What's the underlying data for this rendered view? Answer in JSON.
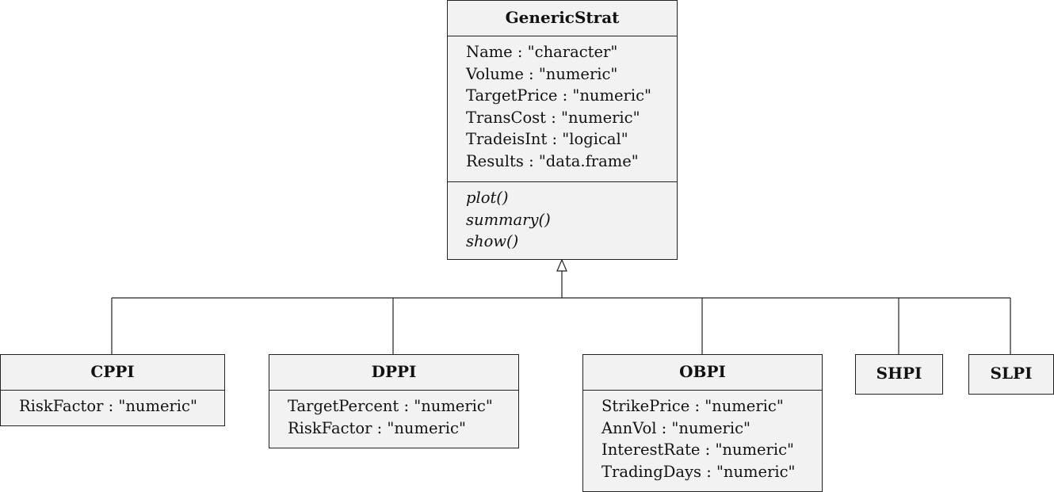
{
  "classes": {
    "generic": {
      "name": "GenericStrat",
      "attributes": [
        "Name : \"character\"",
        "Volume : \"numeric\"",
        "TargetPrice : \"numeric\"",
        "TransCost : \"numeric\"",
        "TradeisInt : \"logical\"",
        "Results : \"data.frame\""
      ],
      "methods": [
        "plot()",
        "summary()",
        "show()"
      ]
    },
    "cppi": {
      "name": "CPPI",
      "attributes": [
        "RiskFactor : \"numeric\""
      ]
    },
    "dppi": {
      "name": "DPPI",
      "attributes": [
        "TargetPercent : \"numeric\"",
        "RiskFactor : \"numeric\""
      ]
    },
    "obpi": {
      "name": "OBPI",
      "attributes": [
        "StrikePrice : \"numeric\"",
        "AnnVol : \"numeric\"",
        "InterestRate : \"numeric\"",
        "TradingDays : \"numeric\""
      ]
    },
    "shpi": {
      "name": "SHPI"
    },
    "slpi": {
      "name": "SLPI"
    }
  }
}
